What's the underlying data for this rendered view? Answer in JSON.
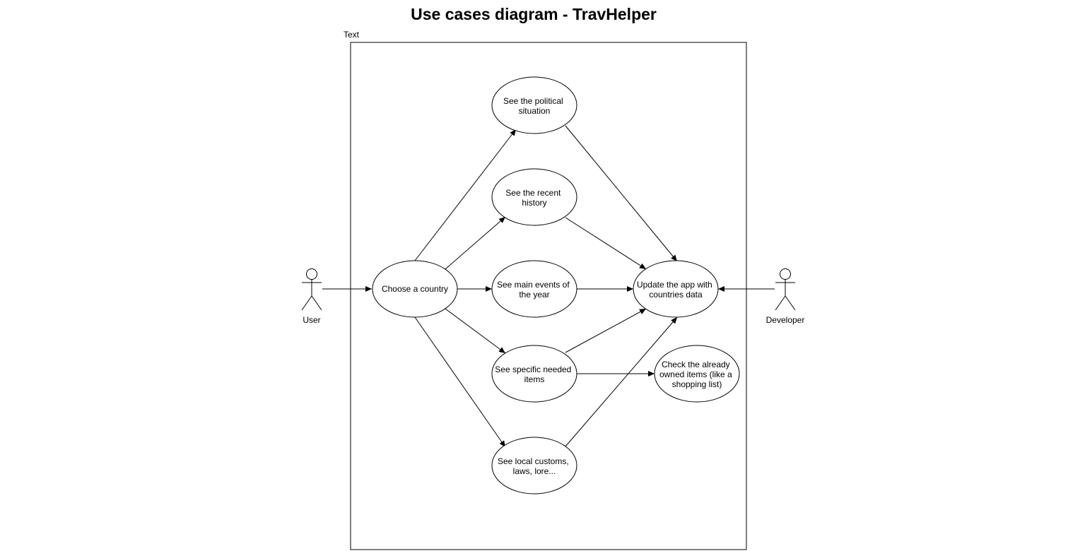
{
  "diagram": {
    "title": "Use cases diagram - TravHelper",
    "boundary_label": "Text",
    "actors": {
      "user": "User",
      "developer": "Developer"
    },
    "use_cases": {
      "choose_country": "Choose a country",
      "political": [
        "See the political",
        "situation"
      ],
      "history": [
        "See the recent",
        "history"
      ],
      "events": [
        "See main events of",
        "the year"
      ],
      "items": [
        "See specific needed",
        "items"
      ],
      "customs": [
        "See local customs,",
        "laws, lore..."
      ],
      "update": [
        "Update the app with",
        "countries data"
      ],
      "shopping": [
        "Check the already",
        "owned items (like a",
        "shopping list)"
      ]
    }
  }
}
